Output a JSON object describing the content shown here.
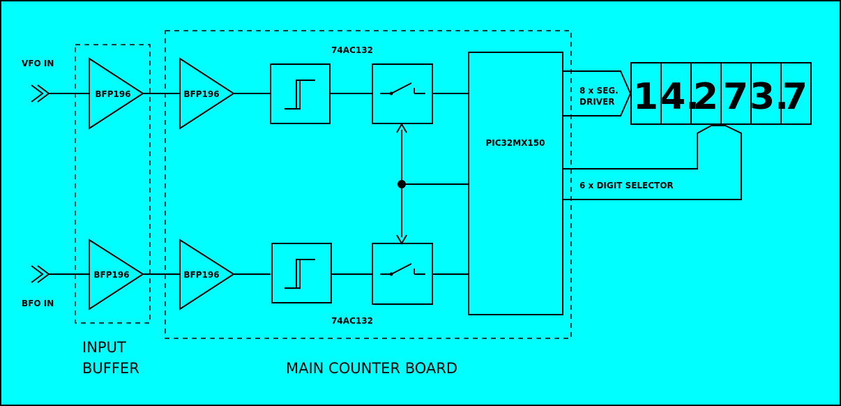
{
  "inputs": {
    "vfo": "VFO IN",
    "bfo": "BFO IN"
  },
  "amps": {
    "buffer_top": "BFP196",
    "buffer_bottom": "BFP196",
    "main_top": "BFP196",
    "main_bottom": "BFP196"
  },
  "chips": {
    "top": "74AC132",
    "bottom": "74AC132",
    "mcu": "PIC32MX150"
  },
  "links": {
    "segment_line1": "8 x SEG.",
    "segment_line2": "DRIVER",
    "digit_selector": "6 x DIGIT SELECTOR"
  },
  "display": {
    "digits": [
      "1",
      "4.",
      "2",
      "7",
      "3.",
      "7"
    ]
  },
  "groups": {
    "input_buffer_line1": "INPUT",
    "input_buffer_line2": "BUFFER",
    "main_board": "MAIN COUNTER BOARD"
  },
  "colors": {
    "background": "#00ffff",
    "ink": "#000000"
  }
}
